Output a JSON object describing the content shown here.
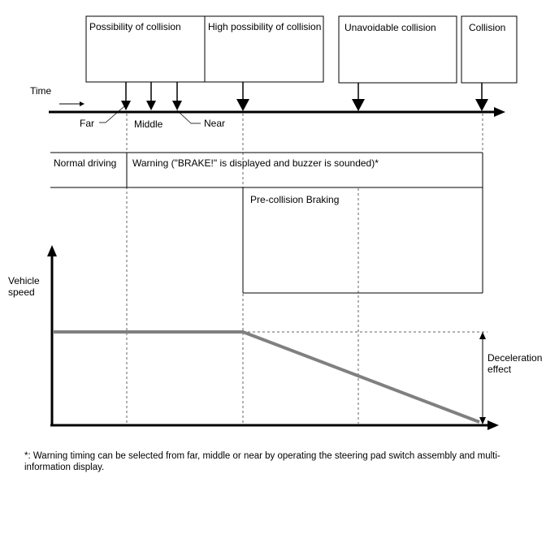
{
  "phases": [
    "Possibility of collision",
    "High possibility of collision",
    "Unavoidable collision",
    "Collision"
  ],
  "time_label": "Time",
  "timing_labels": {
    "far": "Far",
    "middle": "Middle",
    "near": "Near"
  },
  "bands": {
    "normal_driving": "Normal driving",
    "warning": "Warning (\"BRAKE!\" is displayed and buzzer is sounded)*",
    "pre_collision_braking": "Pre-collision Braking"
  },
  "graph": {
    "ylabel_line1": "Vehicle",
    "ylabel_line2": "speed",
    "effect_line1": "Deceleration",
    "effect_line2": "effect"
  },
  "colors": {
    "ink": "#000000",
    "speed_line": "#808080",
    "guide": "#555555"
  },
  "footnote": "*: Warning timing can be selected from far, middle or near by operating the steering pad switch assembly and multi-information display."
}
